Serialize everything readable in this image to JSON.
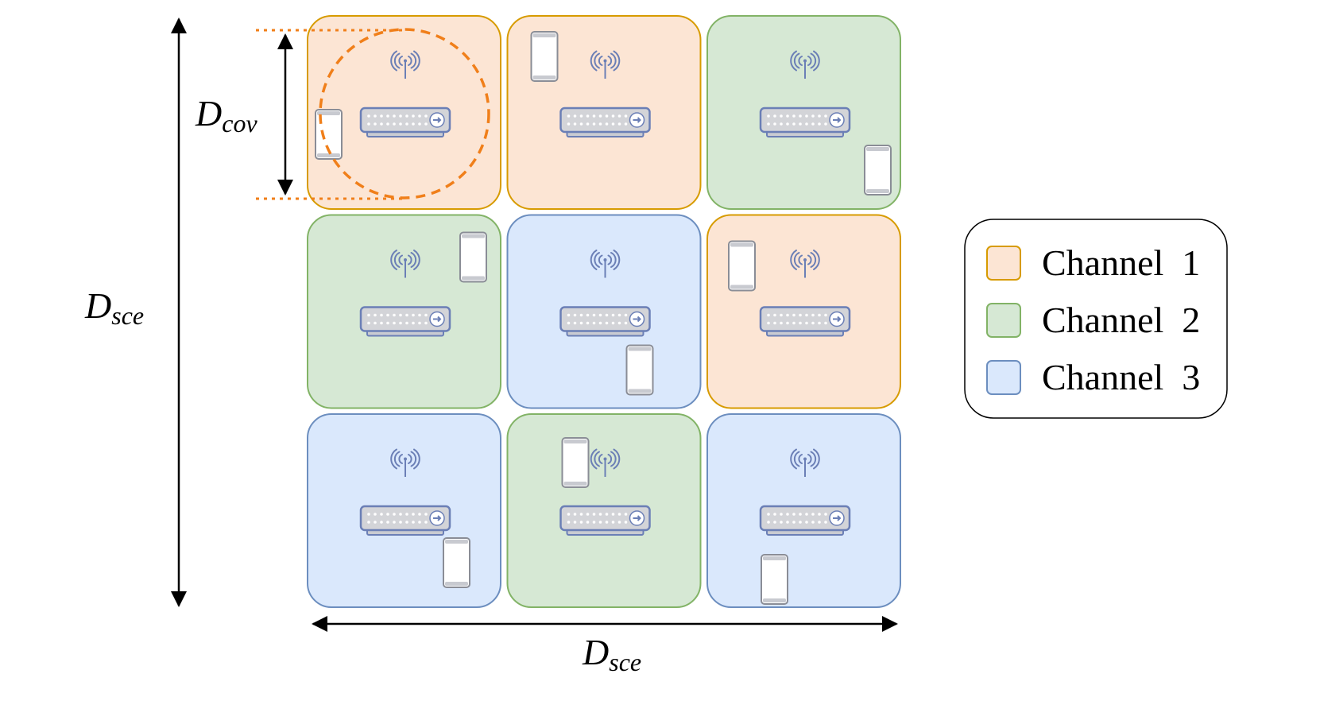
{
  "labels": {
    "coverage": {
      "main": "D",
      "sub": "cov"
    },
    "scene_vertical": {
      "main": "D",
      "sub": "sce"
    },
    "scene_horizontal": {
      "main": "D",
      "sub": "sce"
    }
  },
  "channels": [
    {
      "id": 1,
      "label": "Channel",
      "number": "1",
      "fill": "#FCE5D4",
      "stroke": "#D79B00"
    },
    {
      "id": 2,
      "label": "Channel",
      "number": "2",
      "fill": "#D6E8D4",
      "stroke": "#82B366"
    },
    {
      "id": 3,
      "label": "Channel",
      "number": "3",
      "fill": "#DAE8FC",
      "stroke": "#6C8EBF"
    }
  ],
  "grid": {
    "rows": 3,
    "cols": 3,
    "cell_channels": [
      1,
      1,
      2,
      2,
      3,
      1,
      3,
      2,
      3
    ]
  },
  "coverage_circle": {
    "color": "#F07F1A",
    "style": "dashed"
  },
  "icons": {
    "access_point": "wifi-router-icon",
    "device": "smartphone-icon"
  }
}
